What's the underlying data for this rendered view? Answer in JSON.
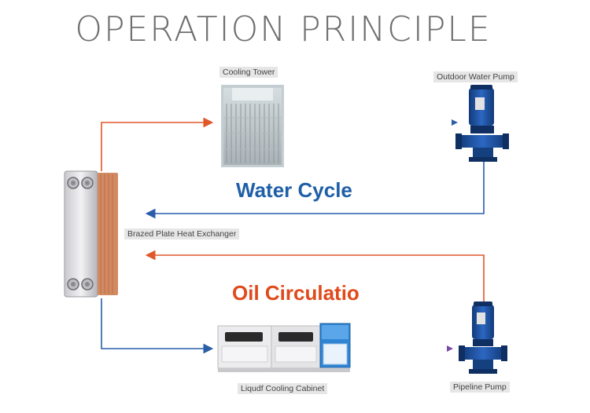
{
  "title": "OPERATION PRINCIPLE",
  "components": {
    "cooling_tower": "Cooling Tower",
    "outdoor_pump": "Outdoor Water Pump",
    "heat_exchanger": "Brazed Plate Heat Exchanger",
    "cabinet": "Liqudf Cooling Cabinet",
    "pipeline_pump": "Pipeline Pump"
  },
  "cycles": {
    "water": "Water Cycle",
    "oil": "Oil Circulatio"
  },
  "colors": {
    "warm_line": "#e0572a",
    "cool_line": "#2a5ea8",
    "water_text": "#1f5fa8",
    "oil_text": "#e04a1b",
    "pump_blue": "#1c4f9c",
    "exchanger_copper": "#d28a62"
  }
}
